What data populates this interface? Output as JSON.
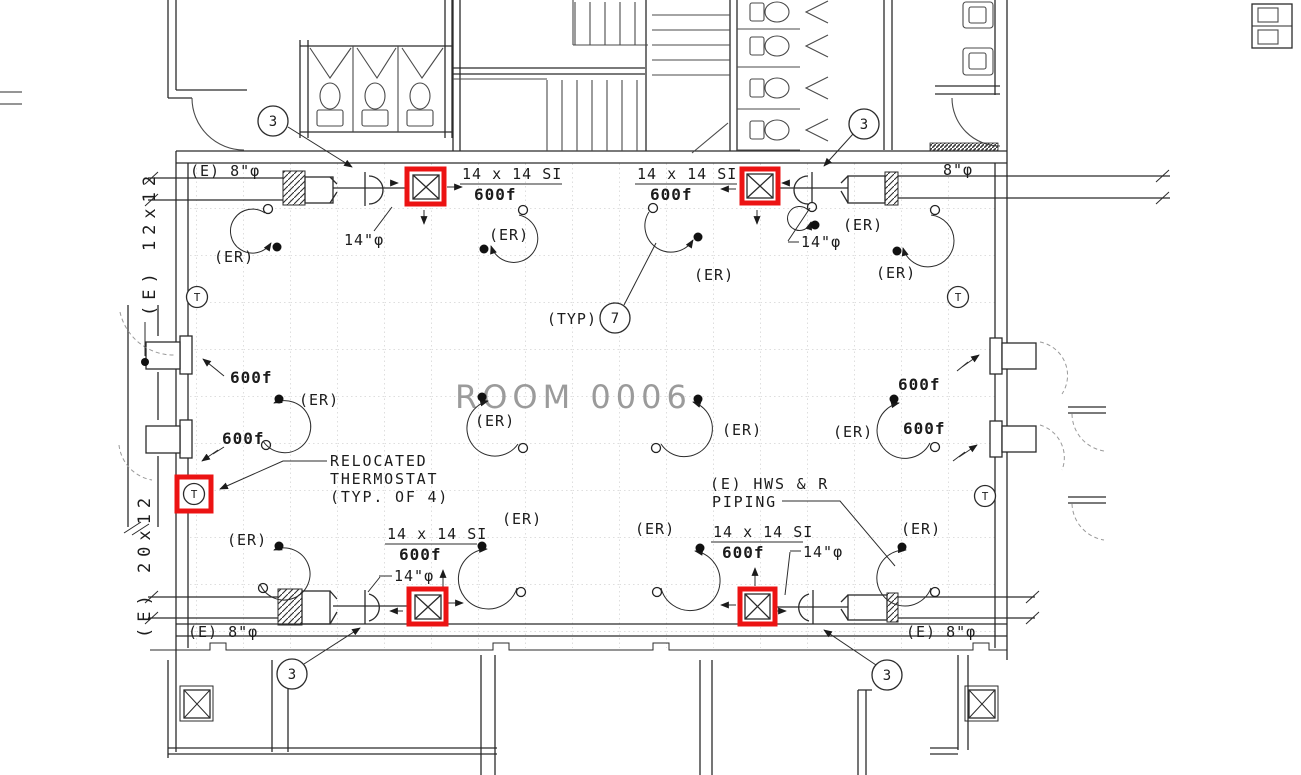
{
  "colors": {
    "highlight": "#ec1313",
    "ink": "#2b2b2b",
    "room_text": "#9b9b9b"
  },
  "room": {
    "name": "ROOM 0006"
  },
  "labels": {
    "er": "(ER)",
    "cfm": "600f",
    "diffuser_size": "14 x 14 SI",
    "duct_diameter": "14\"φ",
    "existing_8_round": "(E) 8\"φ",
    "eight_round": "8\"φ",
    "existing_12x12": "(E) 12x12",
    "existing_20x12": "(E) 20x12",
    "typ": "(TYP)"
  },
  "keynotes": {
    "note3": "3",
    "note7": "7"
  },
  "thermostat": {
    "letter": "T"
  },
  "callouts": {
    "relocated_thermostat": {
      "line1": "RELOCATED",
      "line2": "THERMOSTAT",
      "line3": "(TYP. OF 4)"
    },
    "hws_piping": {
      "line1": "(E) HWS & R",
      "line2": "PIPING"
    }
  }
}
